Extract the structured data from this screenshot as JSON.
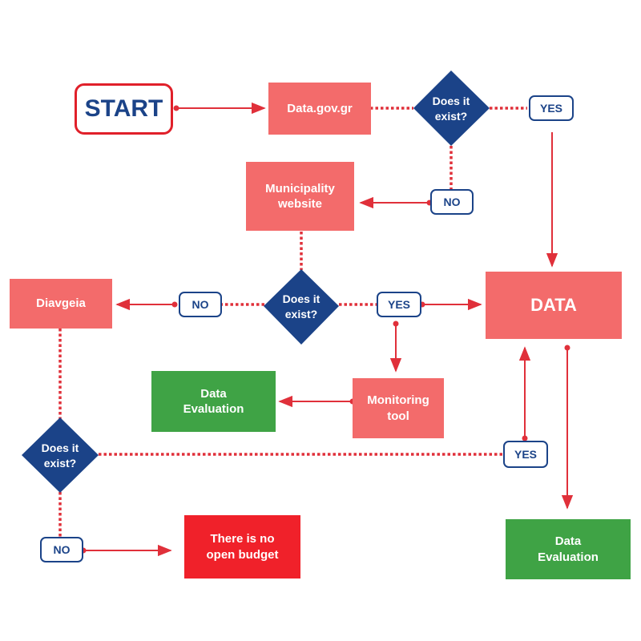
{
  "colors": {
    "salmon": "#f36b6b",
    "green": "#3fa345",
    "red": "#f0212a",
    "navy": "#1b4388",
    "connector": "#e0303a"
  },
  "nodes": {
    "start": "START",
    "data_gov": "Data.gov.gr",
    "decision_1": [
      "Does it",
      "exist?"
    ],
    "yes_1": "YES",
    "no_1": "NO",
    "municipality": [
      "Municipality",
      "website"
    ],
    "decision_2": [
      "Does it",
      "exist?"
    ],
    "no_2": "NO",
    "yes_2": "YES",
    "diavgeia": "Diavgeia",
    "data": "DATA",
    "monitoring": [
      "Monitoring",
      "tool"
    ],
    "evaluation_1": [
      "Data",
      "Evaluation"
    ],
    "decision_3": [
      "Does it",
      "exist?"
    ],
    "yes_3": "YES",
    "no_3": "NO",
    "no_budget": [
      "There is no",
      "open budget"
    ],
    "evaluation_2": [
      "Data",
      "Evaluation"
    ]
  }
}
